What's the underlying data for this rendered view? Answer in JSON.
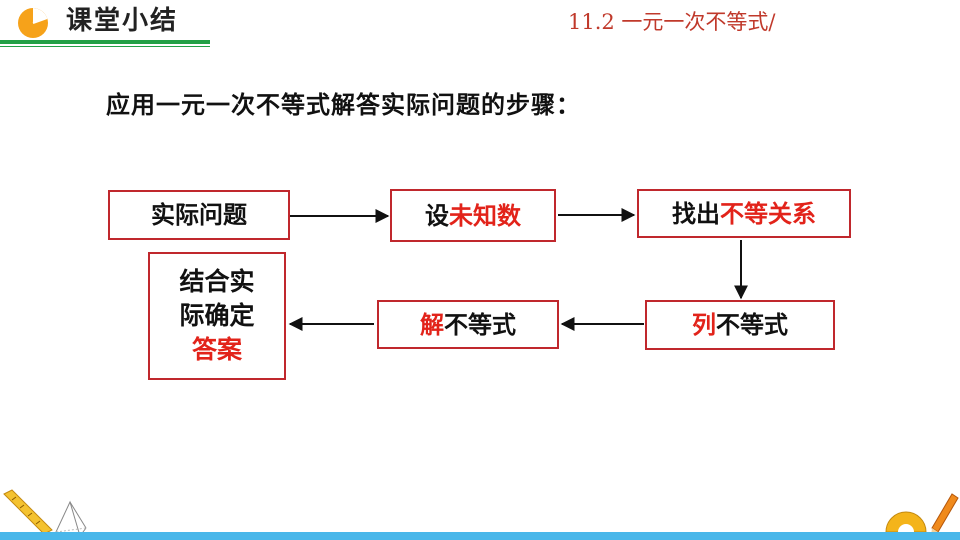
{
  "header": {
    "title": "课堂小结",
    "chapter": "11.2  一元一次不等式/"
  },
  "intro": "应用一元一次不等式解答实际问题的步骤：",
  "steps": {
    "s1": "实际问题",
    "s2_a": "设",
    "s2_b": "未知数",
    "s3_a": "找出",
    "s3_b": "不等关系",
    "s4_a": "列",
    "s4_b": "不等式",
    "s5_a": "解",
    "s5_b": "不等式",
    "s6_line1": "结合实",
    "s6_line2": "际确定",
    "s6_line3": "答案"
  },
  "colors": {
    "accent": "#22a046",
    "box_border": "#c0282d",
    "highlight": "#e2231a",
    "chapter_text": "#c0392b",
    "bottom_bar": "#49b7ea"
  },
  "icons": [
    "pie-clock-icon",
    "ruler-icon",
    "pyramid-icon",
    "protractor-icon",
    "pencil-icon",
    "arrow-icon"
  ]
}
